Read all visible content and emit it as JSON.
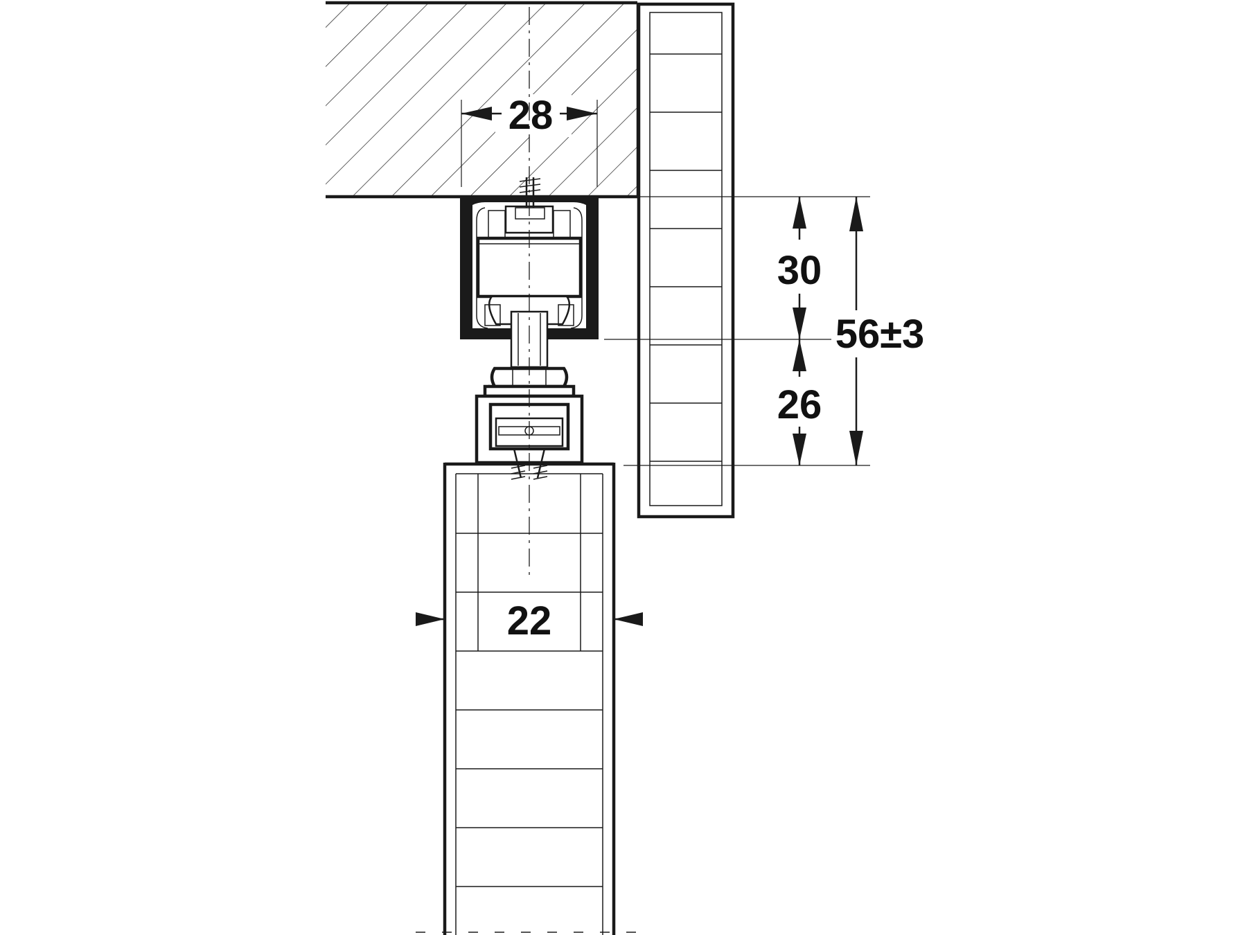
{
  "drawing": {
    "dimensions": {
      "track_width": "28",
      "door_thickness": "22",
      "track_height": "30",
      "hanger_height": "26",
      "total_height": "56±3"
    },
    "colors": {
      "line": "#1a1a1a",
      "background": "#ffffff",
      "hatch": "#1a1a1a"
    }
  }
}
